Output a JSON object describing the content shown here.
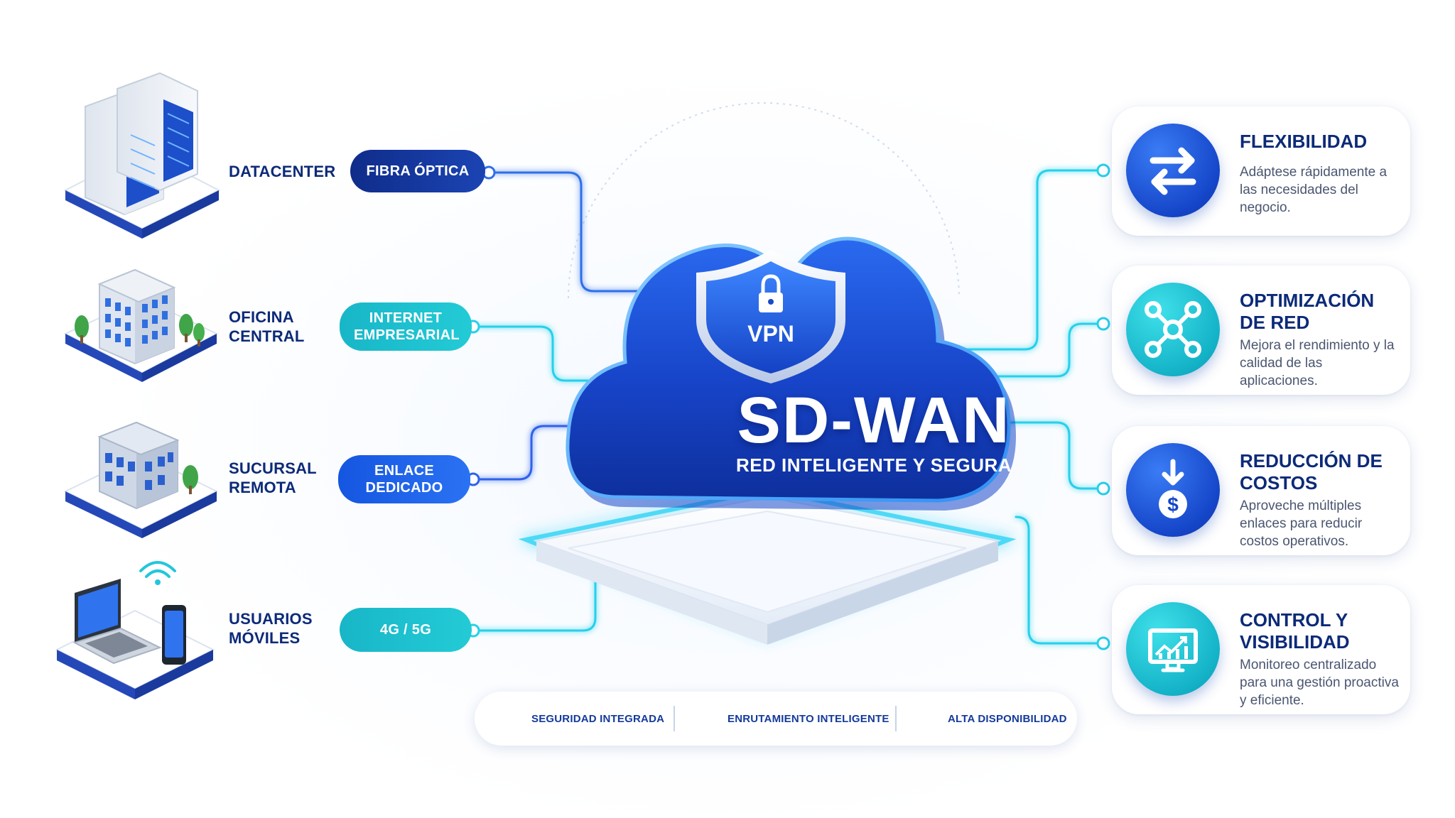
{
  "sites": [
    {
      "label": "DATACENTER",
      "connection": "FIBRA ÓPTICA"
    },
    {
      "label": "OFICINA CENTRAL",
      "connection": "INTERNET EMPRESARIAL"
    },
    {
      "label": "SUCURSAL REMOTA",
      "connection": "ENLACE DEDICADO"
    },
    {
      "label": "USUARIOS MÓVILES",
      "connection": "4G / 5G"
    }
  ],
  "center": {
    "badge": "VPN",
    "title": "SD-WAN",
    "subtitle": "RED INTELIGENTE Y SEGURA"
  },
  "benefits": [
    {
      "title": "FLEXIBILIDAD",
      "description": "Adáptese rápidamente a las necesidades del negocio.",
      "icon": "arrows-swap-icon"
    },
    {
      "title": "OPTIMIZACIÓN DE RED",
      "description": "Mejora el rendimiento y la calidad de las aplicaciones.",
      "icon": "network-nodes-icon"
    },
    {
      "title": "REDUCCIÓN DE COSTOS",
      "description": "Aproveche múltiples enlaces para reducir costos operativos.",
      "icon": "dollar-down-icon"
    },
    {
      "title": "CONTROL Y VISIBILIDAD",
      "description": "Monitoreo centralizado para una gestión proactiva y eficiente.",
      "icon": "monitor-chart-icon"
    }
  ],
  "features": [
    {
      "label": "SEGURIDAD INTEGRADA",
      "icon": "shield-check-icon"
    },
    {
      "label": "ENRUTAMIENTO INTELIGENTE",
      "icon": "routing-nodes-icon"
    },
    {
      "label": "ALTA DISPONIBILIDAD",
      "icon": "bar-trend-icon"
    }
  ],
  "colors": {
    "navy": "#0c2a78",
    "royal_blue": "#1a4fd0",
    "teal": "#18b6c8",
    "cyan_glow": "#29d3f0"
  }
}
